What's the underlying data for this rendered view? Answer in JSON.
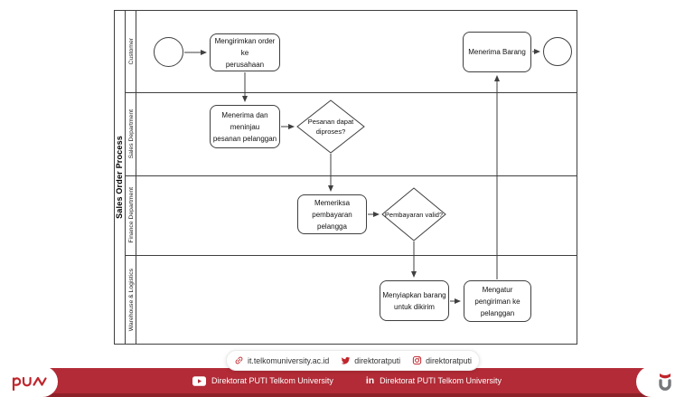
{
  "diagram": {
    "title": "Sales Order Process",
    "line_color": "#3f3f3f",
    "lanes": [
      {
        "label": "Customer"
      },
      {
        "label": "Sales Department"
      },
      {
        "label": "Finance Department"
      },
      {
        "label": "Warehouse & Logistics"
      }
    ],
    "tasks": [
      {
        "lines": [
          "Mengirimkan order ke",
          "perusahaan"
        ]
      },
      {
        "lines": [
          "Menerima Barang"
        ]
      },
      {
        "lines": [
          "Menerima dan meninjau",
          "pesanan pelanggan"
        ]
      },
      {
        "lines": [
          "Memeriksa pembayaran",
          "pelangga"
        ]
      },
      {
        "lines": [
          "Menyiapkan barang",
          "untuk dikirim"
        ]
      },
      {
        "lines": [
          "Mengatur pengiriman ke",
          "pelanggan"
        ]
      }
    ],
    "gateways": [
      {
        "lines": [
          "Pesanan dapat",
          "diproses?"
        ]
      },
      {
        "lines": [
          "Pembayaran valid?"
        ]
      }
    ]
  },
  "footer": {
    "pill": {
      "website_label": "it.telkomuniversity.ac.id",
      "twitter_label": "direktoratputi",
      "instagram_label": "direktoratputi"
    },
    "bar": {
      "youtube_label": "Direktorat PUTI Telkom University",
      "linkedin_label": "Direktorat PUTI Telkom University"
    },
    "colors": {
      "bar_red": "#b22b36",
      "bar_dark_red": "#8e2028",
      "accent_red": "#c0262c"
    }
  }
}
